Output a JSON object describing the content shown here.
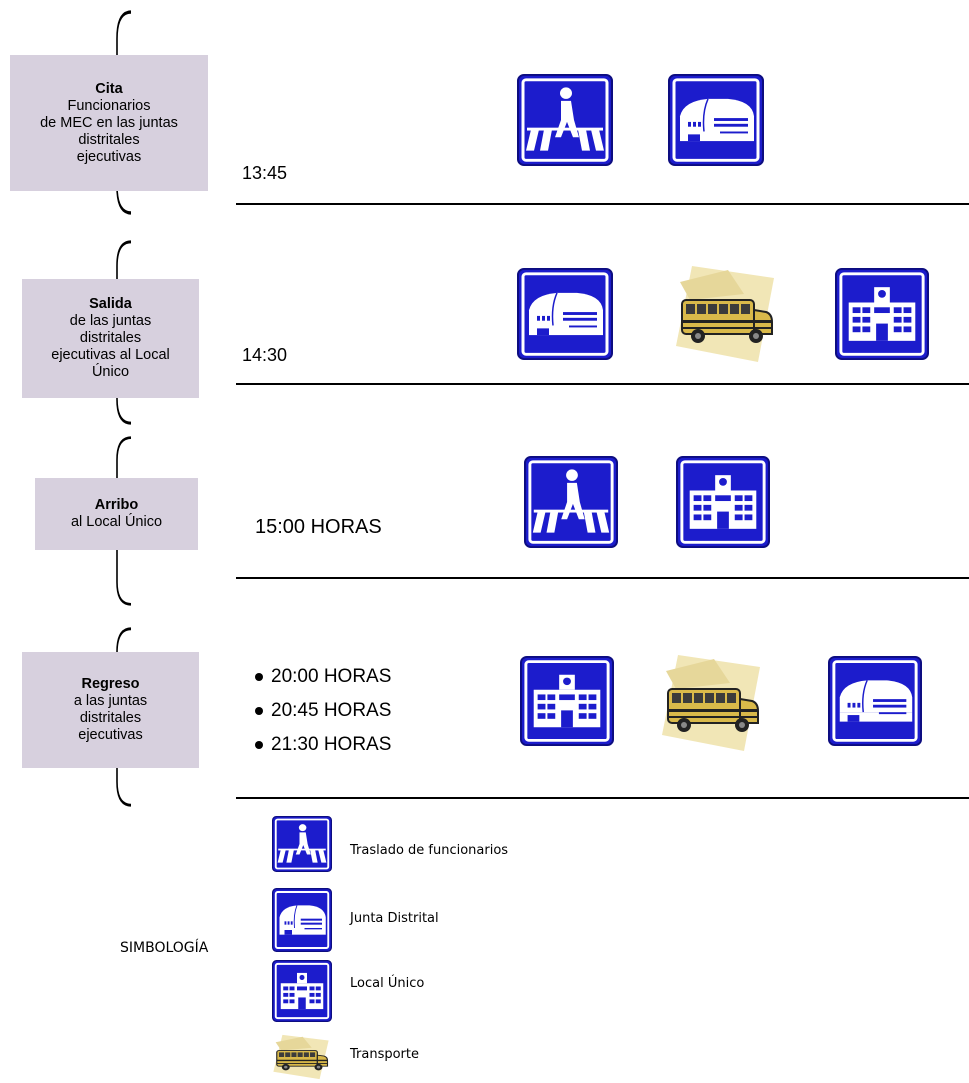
{
  "stages": [
    {
      "title": "Cita",
      "description": "Funcionarios\nde MEC en las juntas\ndistritales\nejecutivas",
      "time": "13:45"
    },
    {
      "title": "Salida",
      "description": "de las juntas\ndistritales\nejecutivas al Local\nÚnico",
      "time": "14:30"
    },
    {
      "title": "Arribo",
      "description": "al Local Único",
      "time": "15:00 HORAS"
    },
    {
      "title": "Regreso",
      "description": "a las juntas\ndistritales\nejecutivas",
      "times": [
        "20:00 HORAS",
        "20:45 HORAS",
        "21:30 HORAS"
      ]
    }
  ],
  "legend": {
    "title": "SIMBOLOGÍA",
    "items": [
      {
        "icon": "pedestrian-crossing-icon",
        "label": "Traslado de funcionarios"
      },
      {
        "icon": "district-office-icon",
        "label": "Junta Distrital"
      },
      {
        "icon": "school-building-icon",
        "label": "Local Único"
      },
      {
        "icon": "bus-icon",
        "label": "Transporte"
      }
    ]
  },
  "colors": {
    "sign_blue": "#1c1ccc",
    "stage_box": "#d7d0de",
    "bus_yellow": "#d9b94a",
    "bus_bg": "#f1e6b6"
  }
}
